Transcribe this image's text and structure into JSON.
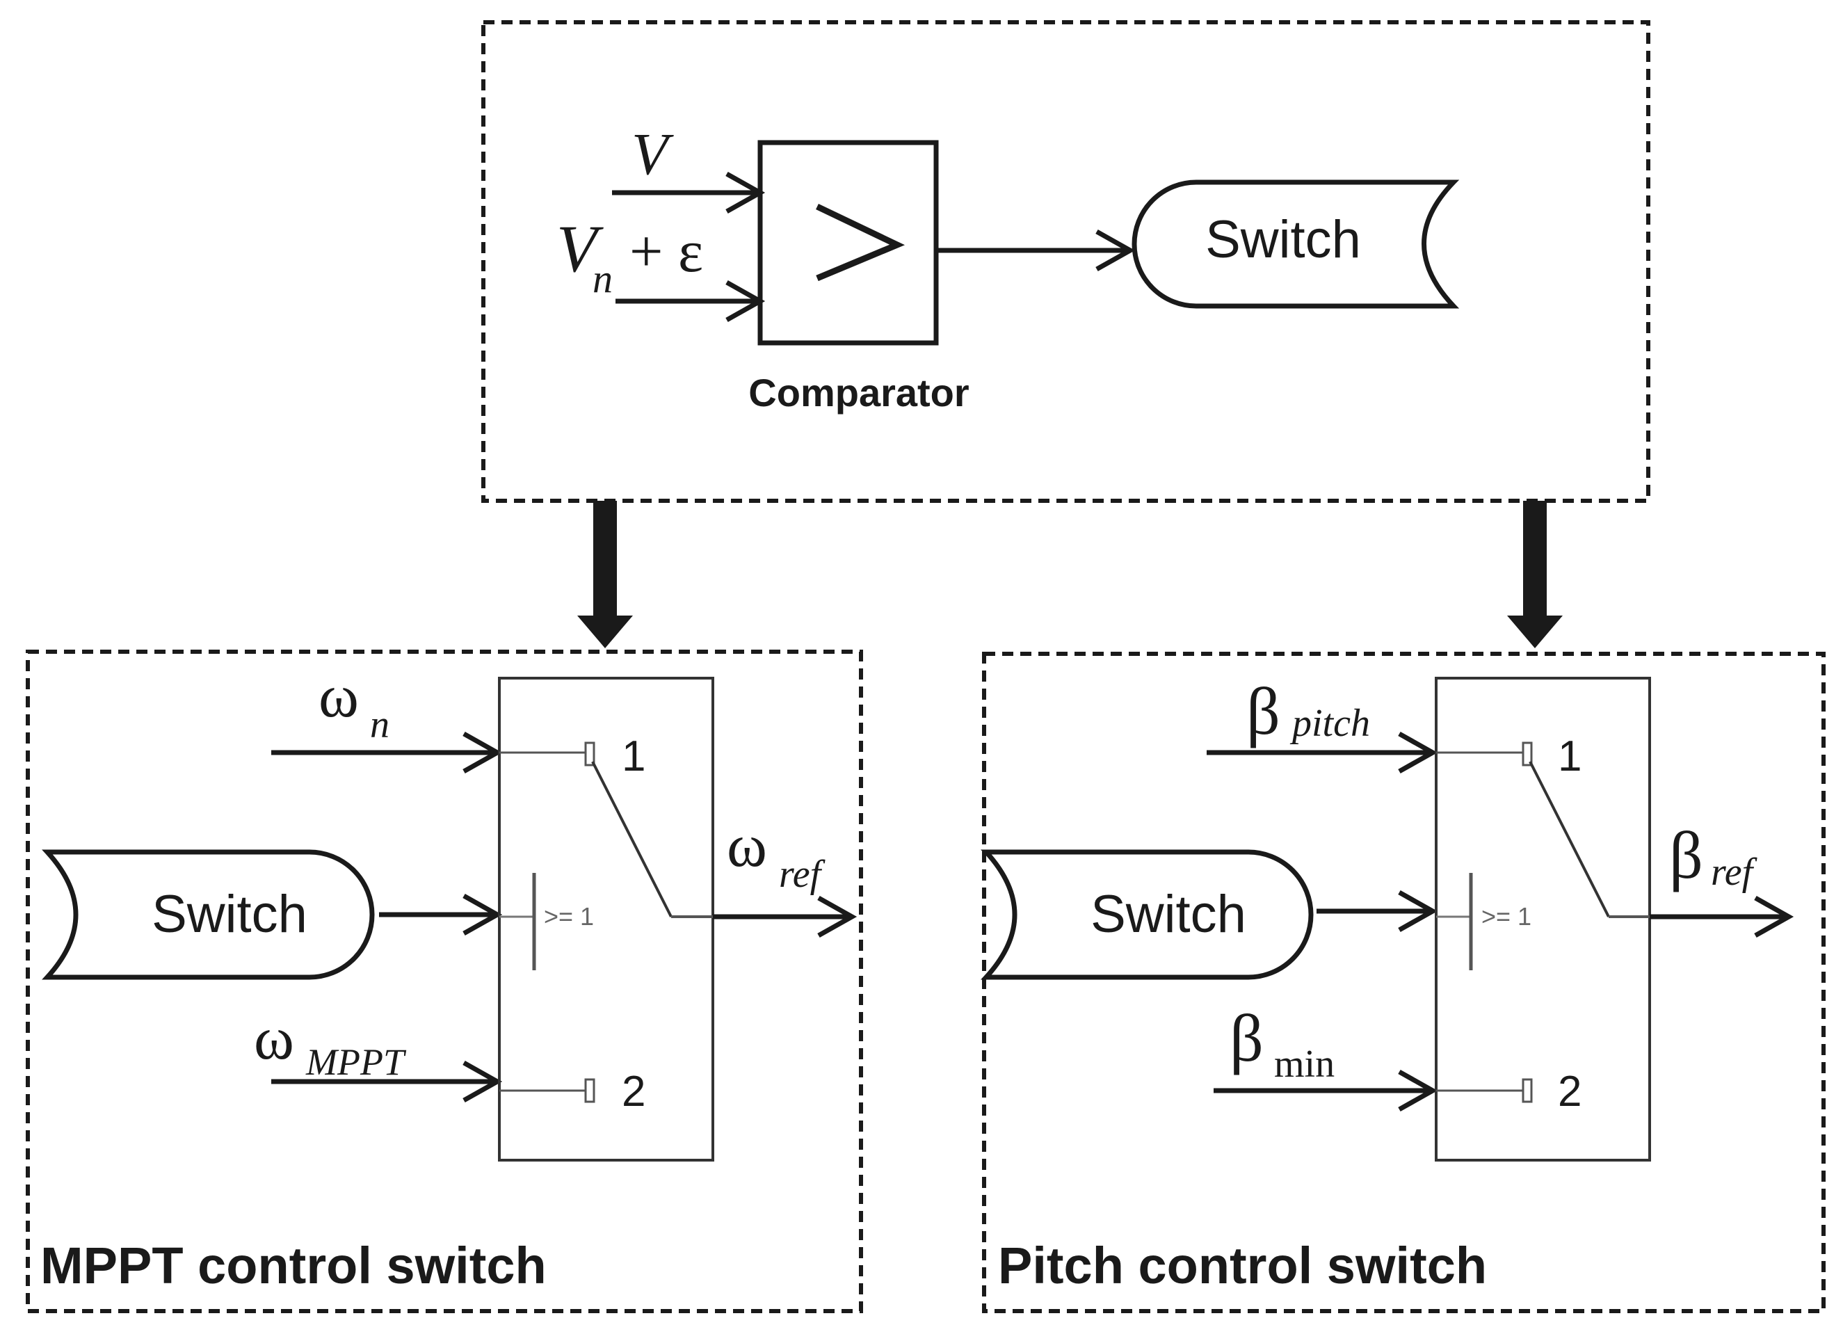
{
  "comparator_block": {
    "input_top": "V",
    "input_bottom_base": "V",
    "input_bottom_sub": "n",
    "input_bottom_rest": "+ ε",
    "comparator_symbol": ">",
    "comparator_label": "Comparator",
    "output_tag": "Switch"
  },
  "mppt_block": {
    "title": "MPPT control switch",
    "input1_symbol": "ω",
    "input1_sub": "n",
    "input2_symbol": "ω",
    "input2_sub": "MPPT",
    "control_tag": "Switch",
    "output_symbol": "ω",
    "output_sub": "ref",
    "port1": "1",
    "port2": "2",
    "threshold": ">= 1"
  },
  "pitch_block": {
    "title": "Pitch control switch",
    "input1_symbol": "β",
    "input1_sub": "pitch",
    "input2_symbol": "β",
    "input2_sub": "min",
    "control_tag": "Switch",
    "output_symbol": "β",
    "output_sub": "ref",
    "port1": "1",
    "port2": "2",
    "threshold": ">= 1"
  },
  "colors": {
    "line": "#1a1a1a",
    "switch_box": "#333333",
    "switch_internal": "#555555"
  }
}
